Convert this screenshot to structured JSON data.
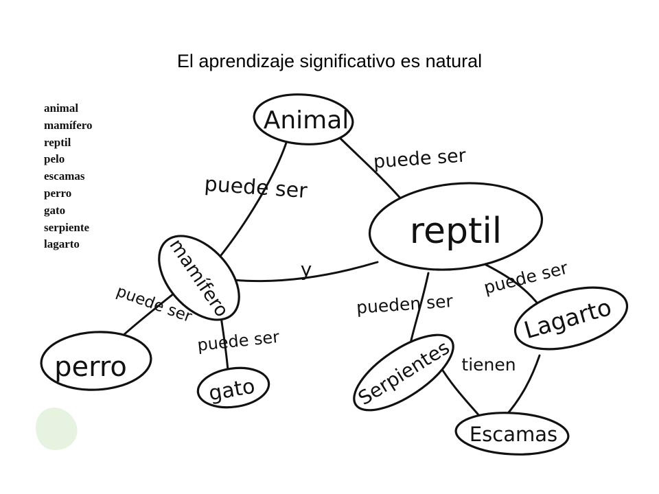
{
  "title": "El aprendizaje significativo es natural",
  "word_list": [
    "animal",
    "mamífero",
    "reptil",
    "pelo",
    "escamas",
    "perro",
    "gato",
    "serpiente",
    "lagarto"
  ],
  "nodes": {
    "animal": "Animal",
    "reptil": "reptil",
    "mamifero": "mamífero",
    "perro": "perro",
    "gato": "gato",
    "serpientes": "Serpientes",
    "lagarto": "Lagarto",
    "escamas": "Escamas"
  },
  "links": {
    "animal_mamifero": "puede ser",
    "animal_reptil": "puede ser",
    "mamifero_reptil": "y",
    "mamifero_perro": "puede ser",
    "mamifero_gato": "puede ser",
    "reptil_serpientes": "pueden ser",
    "reptil_lagarto": "puede ser",
    "escamas_link": "tienen"
  }
}
